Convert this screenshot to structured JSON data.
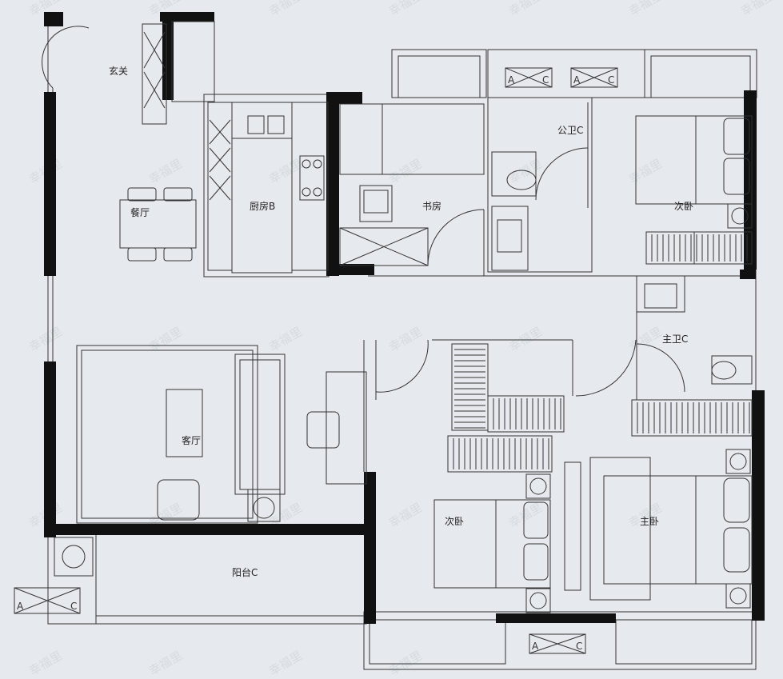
{
  "rooms": {
    "entry": "玄关",
    "dining": "餐厅",
    "kitchen": "厨房B",
    "study": "书房",
    "public_bath": "公卫C",
    "bedroom_ne": "次卧",
    "master_bath": "主卫C",
    "living": "客厅",
    "bedroom_s": "次卧",
    "master_bed": "主卧",
    "balcony": "阳台C"
  },
  "ac_units": [
    {
      "left": "A",
      "right": "C"
    },
    {
      "left": "A",
      "right": "C"
    },
    {
      "left": "A",
      "right": "C"
    },
    {
      "left": "A",
      "right": "C"
    }
  ],
  "watermark": "幸福里",
  "colors": {
    "background": "#e6eaee",
    "wall": "#111111",
    "line": "#333333"
  }
}
